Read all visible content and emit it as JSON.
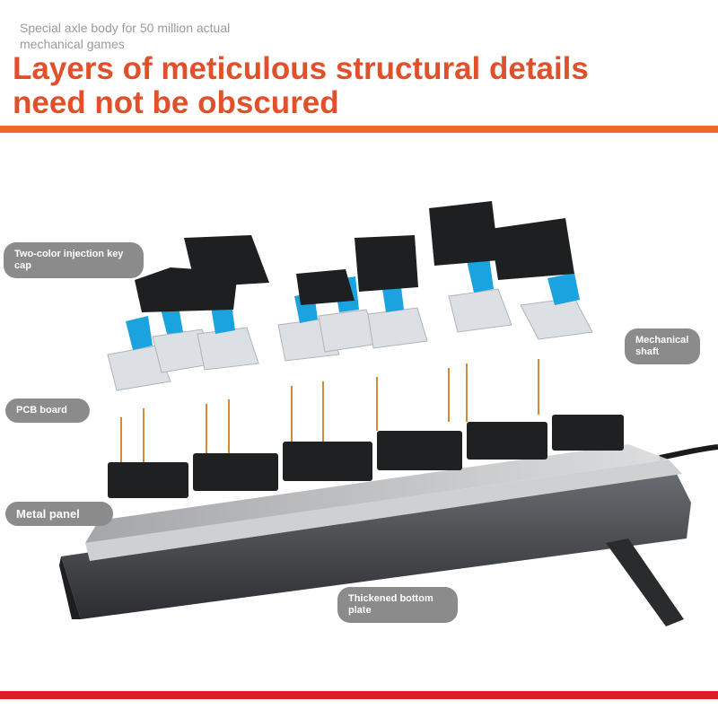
{
  "header": {
    "subtitle": "Special axle body for 50 million actual mechanical games",
    "headline": "Layers of meticulous structural details need not be obscured"
  },
  "labels": {
    "keycap": "Two-color injection key cap",
    "pcb": "PCB board",
    "metal_panel": "Metal panel",
    "mechanical_shaft": "Mechanical shaft",
    "bottom_plate": "Thickened bottom plate"
  },
  "colors": {
    "headline": "#e0502a",
    "top_bar": "#ee6a2a",
    "bottom_bar": "#e21d22",
    "switch_stem": "#1ba3e0",
    "label_bg": "#8b8b8b"
  }
}
